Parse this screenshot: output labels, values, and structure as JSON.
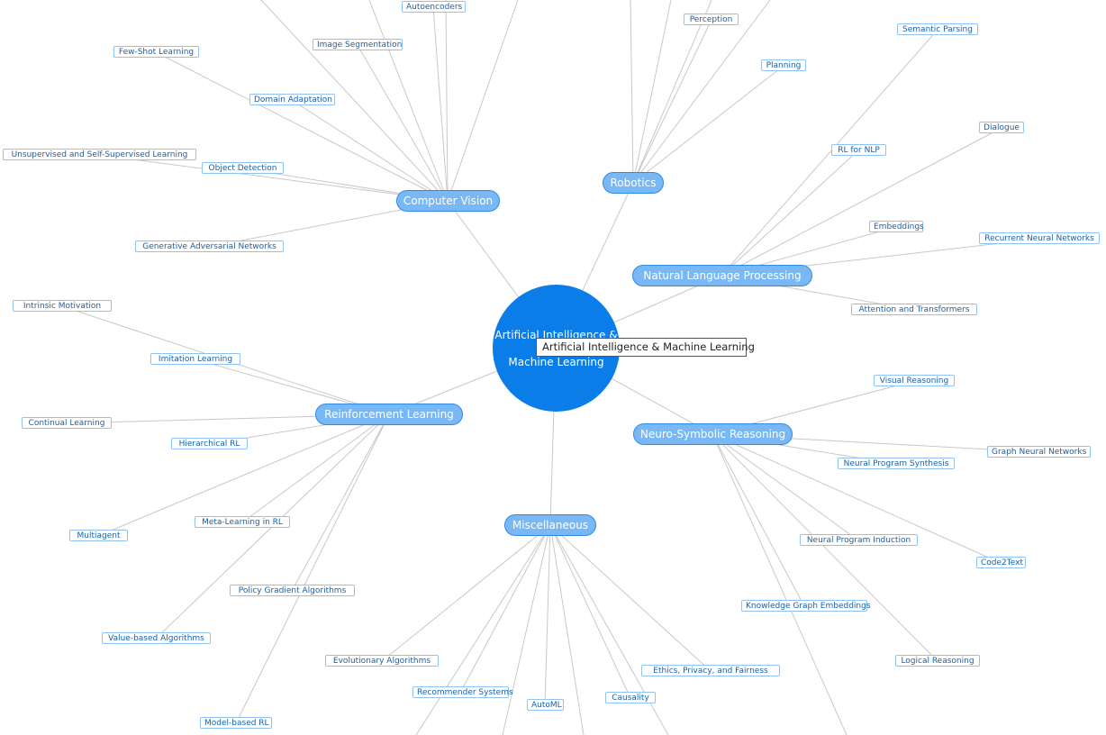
{
  "root": {
    "line1": "Artificial Intelligence &",
    "line2": "Machine Learning"
  },
  "tooltip": "Artificial Intelligence & Machine Learning",
  "branches": {
    "computer_vision": "Computer Vision",
    "robotics": "Robotics",
    "nlp": "Natural Language Processing",
    "rl": "Reinforcement Learning",
    "neuro_symbolic": "Neuro-Symbolic Reasoning",
    "misc": "Miscellaneous"
  },
  "leaves": {
    "autoencoders": "Autoencoders",
    "image_segmentation": "Image Segmentation",
    "few_shot": "Few-Shot Learning",
    "domain_adaptation": "Domain Adaptation",
    "unsupervised": "Unsupervised and Self-Supervised Learning",
    "object_detection": "Object Detection",
    "gan": "Generative Adversarial Networks",
    "perception": "Perception",
    "planning": "Planning",
    "semantic_parsing": "Semantic Parsing",
    "dialogue": "Dialogue",
    "rl_for_nlp": "RL for NLP",
    "embeddings": "Embeddings",
    "rnn": "Recurrent Neural Networks",
    "attention": "Attention and Transformers",
    "intrinsic_motivation": "Intrinsic Motivation",
    "imitation_learning": "Imitation Learning",
    "continual_learning": "Continual Learning",
    "hierarchical_rl": "Hierarchical RL",
    "multiagent": "Multiagent",
    "meta_learning_rl": "Meta-Learning in RL",
    "policy_gradient": "Policy Gradient Algorithms",
    "value_based": "Value-based Algorithms",
    "model_based": "Model-based RL",
    "visual_reasoning": "Visual Reasoning",
    "gnn": "Graph Neural Networks",
    "neural_program_synthesis": "Neural Program Synthesis",
    "neural_program_induction": "Neural Program Induction",
    "code2text": "Code2Text",
    "kg_embeddings": "Knowledge Graph Embeddings",
    "logical_reasoning": "Logical Reasoning",
    "evolutionary": "Evolutionary Algorithms",
    "recommender": "Recommender Systems",
    "automl": "AutoML",
    "causality": "Causality",
    "ethics": "Ethics, Privacy, and Fairness"
  },
  "colors": {
    "root": "#0a7de9",
    "branch_fill": "#7ab8f5",
    "branch_border": "#2e8ae6",
    "leaf_border": "#8fc3f3",
    "leaf_text": "#1a5fa8",
    "edge": "#c8c8c8"
  }
}
